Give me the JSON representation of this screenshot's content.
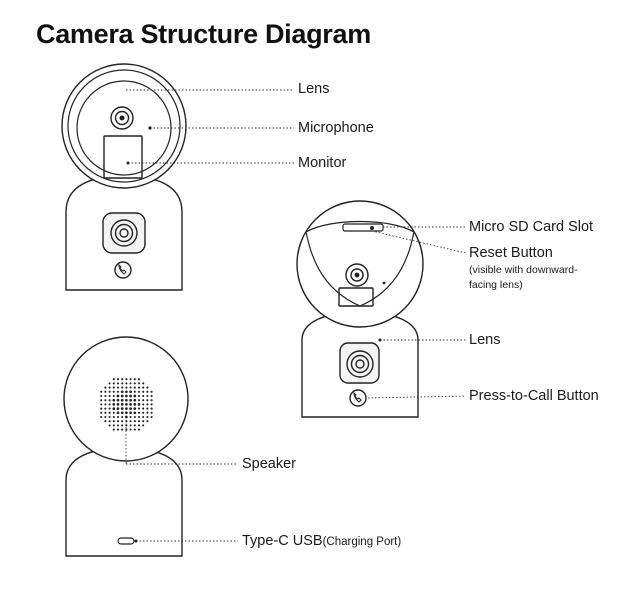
{
  "title": "Camera Structure Diagram",
  "labels": {
    "lens_top": "Lens",
    "microphone": "Microphone",
    "monitor": "Monitor",
    "micro_sd": "Micro SD Card Slot",
    "reset_button": "Reset Button",
    "reset_note_line1": "(visible with downward-",
    "reset_note_line2": "facing lens)",
    "lens_side": "Lens",
    "press_to_call": "Press-to-Call Button",
    "speaker": "Speaker",
    "typec_main": "Type-C USB",
    "typec_sub": "(Charging Port)"
  }
}
